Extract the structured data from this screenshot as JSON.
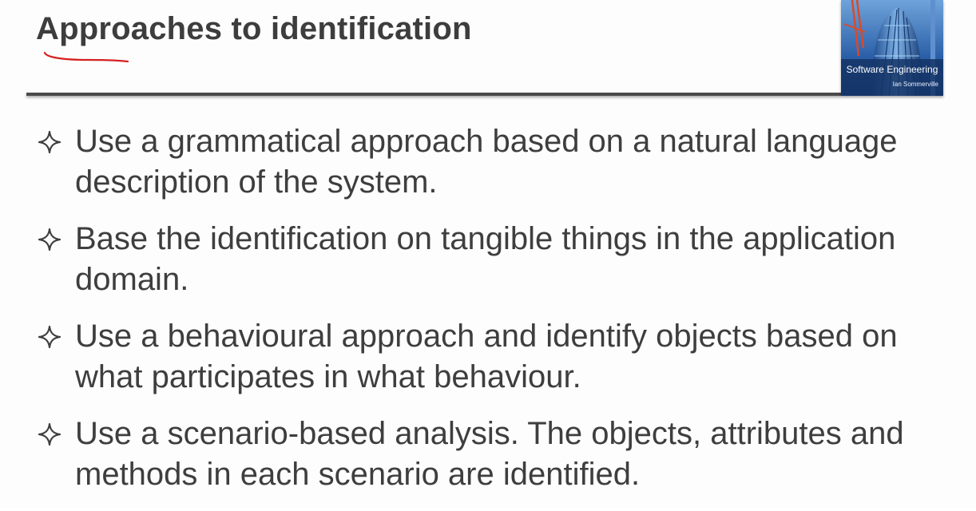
{
  "slide": {
    "title": "Approaches to identification",
    "bullet_icon": "four-point-star-outline-icon",
    "bullets": [
      "Use a grammatical approach based on a natural language description of the system.",
      "Base the identification on tangible things in the application domain.",
      "Use a behavioural approach and identify objects based on what participates in what behaviour.",
      "Use a scenario-based analysis.  The objects, attributes and methods in each scenario are identified."
    ]
  },
  "book_cover": {
    "title": "Software Engineering",
    "author": "Ian Sommerville"
  },
  "colors": {
    "title_text": "#3d3d3d",
    "body_text": "#3e3e3e",
    "rule": "#4a4a4a",
    "annotation": "#d62020",
    "cover_sky": "#2a5fa8"
  }
}
